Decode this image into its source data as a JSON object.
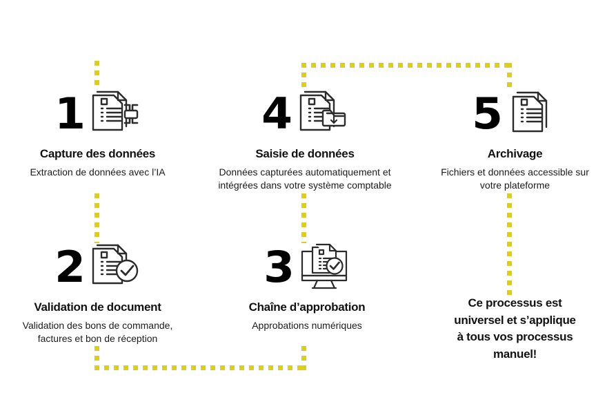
{
  "theme": {
    "background": "#ffffff",
    "accent_yellow": "#ddcf12",
    "text_dark": "#121212",
    "icon_stroke": "#2b2b2b"
  },
  "steps": [
    {
      "number": "1",
      "title": "Capture des données",
      "description": "Extraction de données avec l’IA",
      "icon": "documents-scan-icon"
    },
    {
      "number": "2",
      "title": "Validation de document",
      "description": "Validation des bons de commande,\nfactures et bon de réception",
      "icon": "document-check-icon"
    },
    {
      "number": "3",
      "title": "Chaîne d’approbation",
      "description": "Approbations numériques",
      "icon": "monitor-document-check-icon"
    },
    {
      "number": "4",
      "title": "Saisie de données",
      "description": "Données capturées automatiquement et\nintégrées dans votre système comptable",
      "icon": "documents-folder-download-icon"
    },
    {
      "number": "5",
      "title": "Archivage",
      "description": "Fichiers et données accessible sur\nvotre plateforme",
      "icon": "documents-stack-icon"
    }
  ],
  "closing_note": {
    "line1": "Ce processus est",
    "line2": "universel et s’applique",
    "line3": "à tous vos processus",
    "line4": "manuel!"
  }
}
